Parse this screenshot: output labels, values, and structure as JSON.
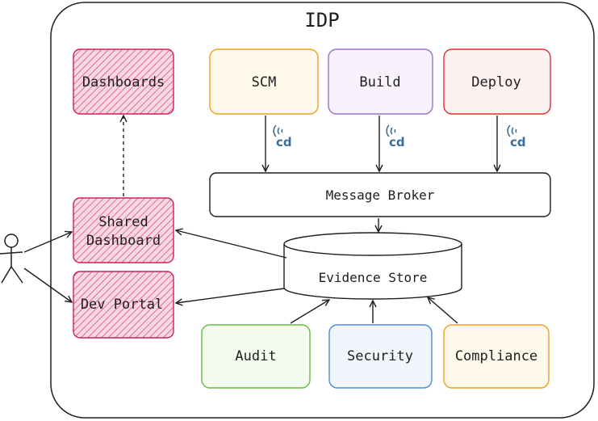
{
  "diagram": {
    "title": "IDP",
    "nodes": {
      "dashboards": "Dashboards",
      "scm": "SCM",
      "build": "Build",
      "deploy": "Deploy",
      "message_broker": "Message Broker",
      "shared_dashboard_line1": "Shared",
      "shared_dashboard_line2": "Dashboard",
      "dev_portal": "Dev Portal",
      "evidence_store": "Evidence Store",
      "audit": "Audit",
      "security": "Security",
      "compliance": "Compliance"
    },
    "cd_badge": "cd",
    "colors": {
      "pink_stroke": "#c2255c",
      "pink_fill": "#e64980",
      "scm_stroke": "#f0a020",
      "build_stroke": "#9c6fc8",
      "deploy_stroke": "#e03131",
      "green_stroke": "#66bb44",
      "blue_stroke": "#4a8ad8",
      "orange_stroke": "#f0a020",
      "cd_blue": "#3a6e9a"
    }
  }
}
